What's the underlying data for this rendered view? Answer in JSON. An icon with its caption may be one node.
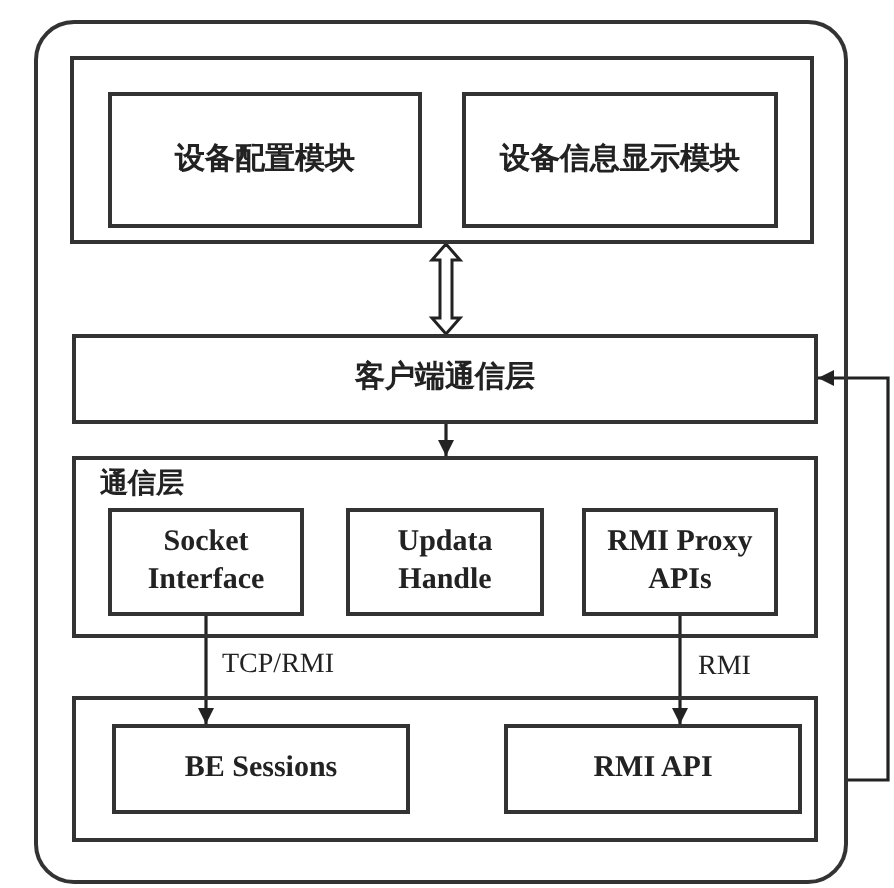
{
  "diagram": {
    "nodes": [
      {
        "text": [],
        "shape": "box"
      },
      {
        "text": [],
        "shape": "box",
        "in": 0
      },
      {
        "text": [
          "设备配置模块"
        ],
        "in": 1
      },
      {
        "text": [
          "设备信息显示模块"
        ],
        "in": 1
      },
      {
        "text": [
          "客户端通信层"
        ],
        "in": 0
      },
      {
        "text": [
          "通信层"
        ],
        "in": 0
      },
      {
        "text": [
          "Socket Interface"
        ],
        "in": 5
      },
      {
        "text": [
          "Updata Handle"
        ],
        "in": 5
      },
      {
        "text": [
          "RMI Proxy APIs"
        ],
        "in": 5
      },
      {
        "text": [],
        "shape": "box",
        "in": 0
      },
      {
        "text": [
          "BE Sessions"
        ],
        "in": 9
      },
      {
        "text": [
          "RMI API"
        ],
        "in": 9
      }
    ],
    "edges": [
      {
        "from": 1,
        "to": 4,
        "arrow": "both",
        "style": "thick"
      },
      {
        "from": 4,
        "to": 5,
        "arrow": "to"
      },
      {
        "from": 6,
        "to": 10,
        "arrow": "to",
        "label": "TCP/RMI"
      },
      {
        "from": 8,
        "to": 11,
        "arrow": "to",
        "label": "RMI"
      },
      {
        "from": 0,
        "to": 4,
        "arrow": "to"
      }
    ]
  }
}
